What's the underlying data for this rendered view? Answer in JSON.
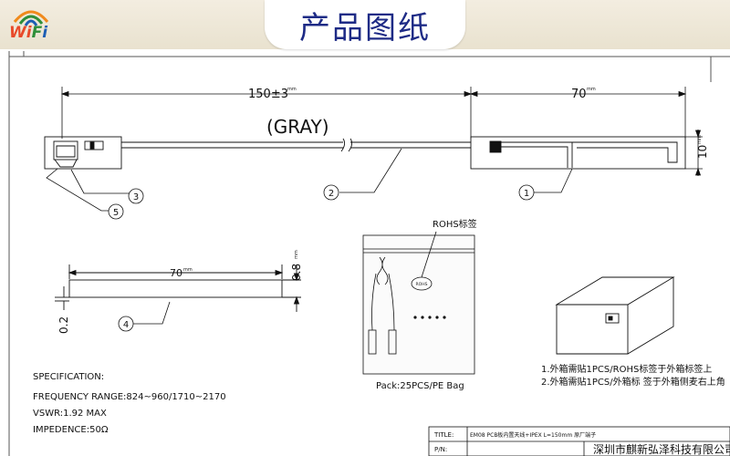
{
  "header": {
    "title": "产品图纸",
    "logo": {
      "text_w": "Wi",
      "text_f": "F",
      "text_i": "i",
      "colors": [
        "#f08a1c",
        "#2f8f3a",
        "#1e5fb4",
        "#d63030"
      ]
    }
  },
  "drawing": {
    "cable_color": "(GRAY)",
    "dim_cable_length": "150±3",
    "dim_unit_1": "mm",
    "dim_antenna_length": "70",
    "dim_unit_2": "mm",
    "dim_width": "10",
    "dim_width_unit": "mm",
    "side_length": "70",
    "side_unit": "mm",
    "side_thickness_1": "0.8",
    "side_thickness_1_unit": "mm",
    "side_thickness_2": "0.2",
    "callouts": [
      "1",
      "2",
      "3",
      "4",
      "5"
    ],
    "rohs_label": "ROHS标签",
    "rohs_sticker": "ROHS",
    "pack_text": "Pack:25PCS/PE Bag",
    "notes": [
      "1.外箱需贴1PCS/ROHS标签于外箱标签上",
      "2.外箱需贴1PCS/外箱标 签于外箱侧麦右上角"
    ],
    "spec": {
      "heading": "SPECIFICATION:",
      "lines": [
        "FREQUENCY RANGE:824~960/1710~2170",
        "VSWR:1.92 MAX",
        "IMPEDENCE:50Ω"
      ]
    },
    "title_block": {
      "title_label": "TITLE:",
      "title_value": "EM08 PCB板内置天线+IPEX L=150mm 原厂端子",
      "pn_label": "P/N:",
      "company": "深圳市麒新弘泽科技有限公司"
    }
  }
}
